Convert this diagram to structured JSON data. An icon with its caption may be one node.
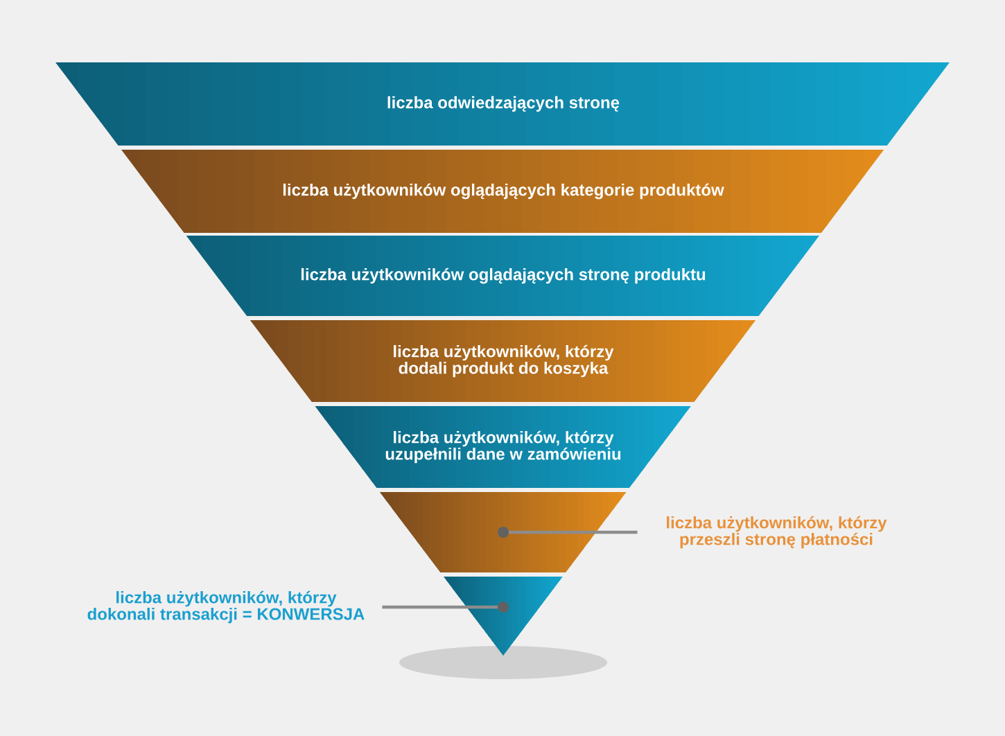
{
  "diagram": {
    "nodes": [
      {
        "text": [
          "liczba odwiedzających stronę"
        ]
      },
      {
        "text": [
          "liczba użytkowników oglądających kategorie produktów"
        ]
      },
      {
        "text": [
          "liczba użytkowników oglądających stronę produktu"
        ]
      },
      {
        "text": [
          "liczba użytkowników, którzy dodali produkt do koszyka"
        ]
      },
      {
        "text": [
          "liczba użytkowników, którzy uzupełnili dane w zamówieniu"
        ]
      },
      {
        "text": [],
        "shape": "trapezoid"
      },
      {
        "text": [],
        "shape": "triangle"
      },
      {
        "text": [
          "liczba użytkowników, którzy przeszli stronę płatności"
        ]
      },
      {
        "text": [
          "liczba użytkowników, którzy dokonali transakcji = KONWERSJA"
        ]
      }
    ],
    "edges": [
      {
        "from": 7,
        "to": 5,
        "arrow": "other"
      },
      {
        "from": 8,
        "to": 6,
        "arrow": "other"
      }
    ]
  }
}
